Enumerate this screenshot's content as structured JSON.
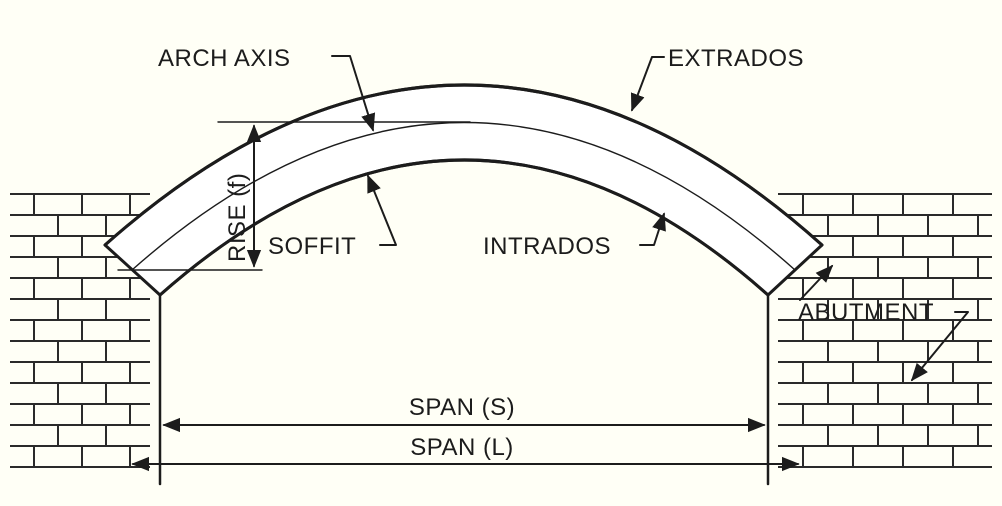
{
  "labels": {
    "arch_axis": "ARCH AXIS",
    "extrados": "EXTRADOS",
    "rise": "RISE (f)",
    "soffit": "SOFFIT",
    "intrados": "INTRADOS",
    "abutment": "ABUTMENT",
    "span_s": "SPAN (S)",
    "span_l": "SPAN (L)"
  },
  "colors": {
    "ink": "#1c1c1c",
    "background": "#fffff6",
    "arch_fill": "#ffffff"
  }
}
